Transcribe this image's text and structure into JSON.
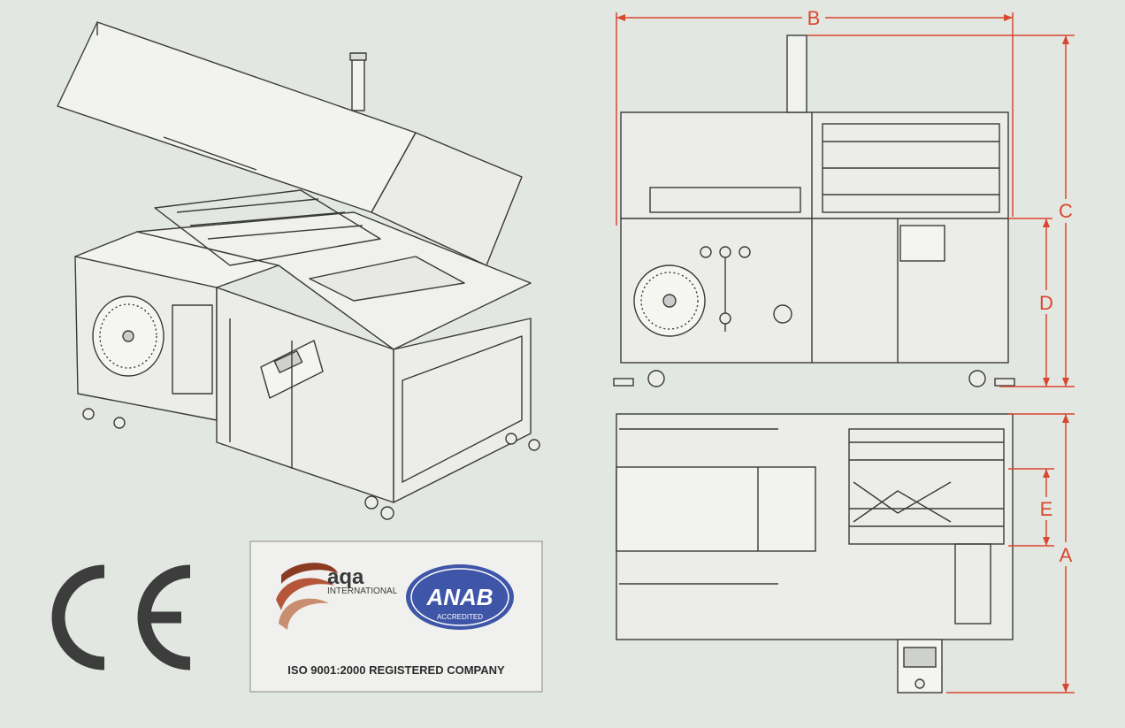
{
  "dimensions": {
    "a": "A",
    "b": "B",
    "c": "C",
    "d": "D",
    "e": "E"
  },
  "certifications": {
    "ce_mark": "CE",
    "aqa_name": "aqa",
    "aqa_sub": "INTERNATIONAL",
    "anab_name": "ANAB",
    "anab_sub": "ACCREDITED",
    "iso_statement": "ISO 9001:2000 REGISTERED COMPANY"
  },
  "colors": {
    "background": "#e3e7e1",
    "dimension_lines": "#d9472f",
    "machine_lines": "#3a3a3a",
    "panel_fill": "#ededea",
    "anab_blue": "#3f56a8",
    "aqa_brown": "#8a3b22",
    "ce_mark": "#3d3d3d"
  }
}
